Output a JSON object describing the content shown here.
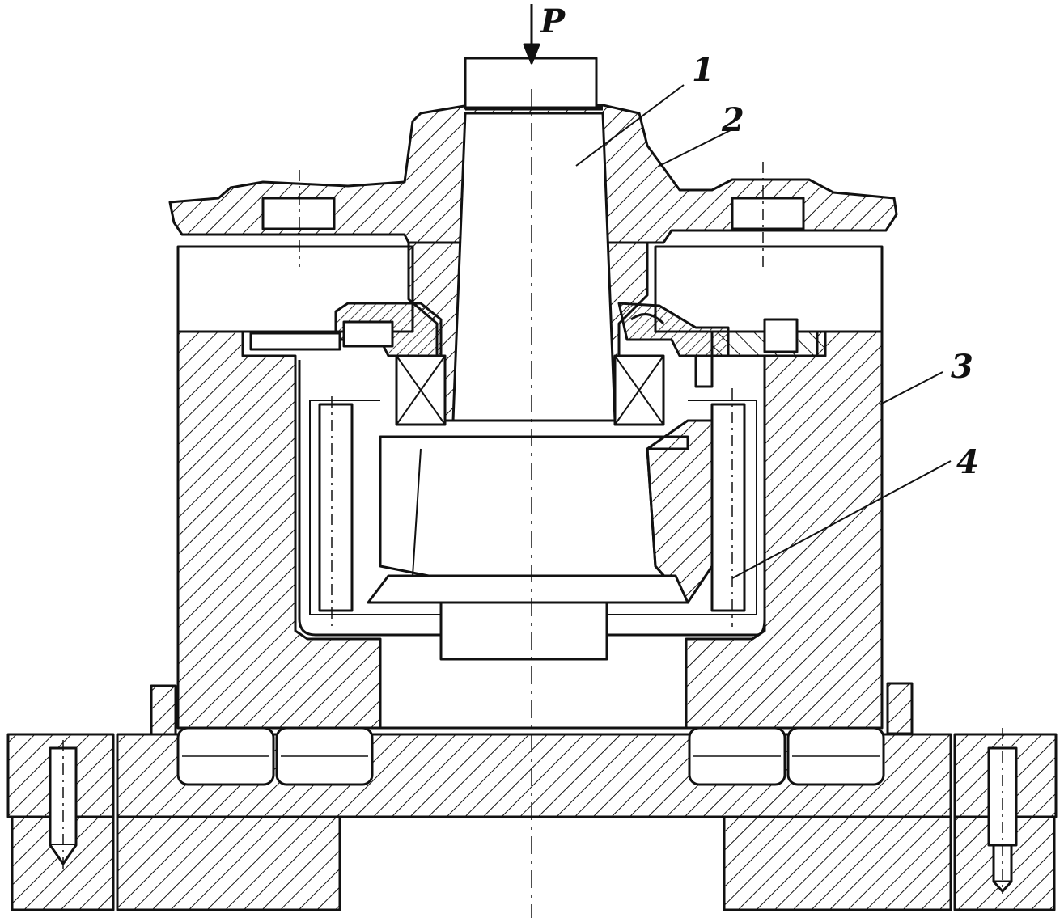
{
  "labels": {
    "force": "P",
    "part1": "1",
    "part2": "2",
    "part3": "3",
    "part4": "4"
  },
  "colors": {
    "ink": "#111111",
    "paper": "#ffffff"
  }
}
